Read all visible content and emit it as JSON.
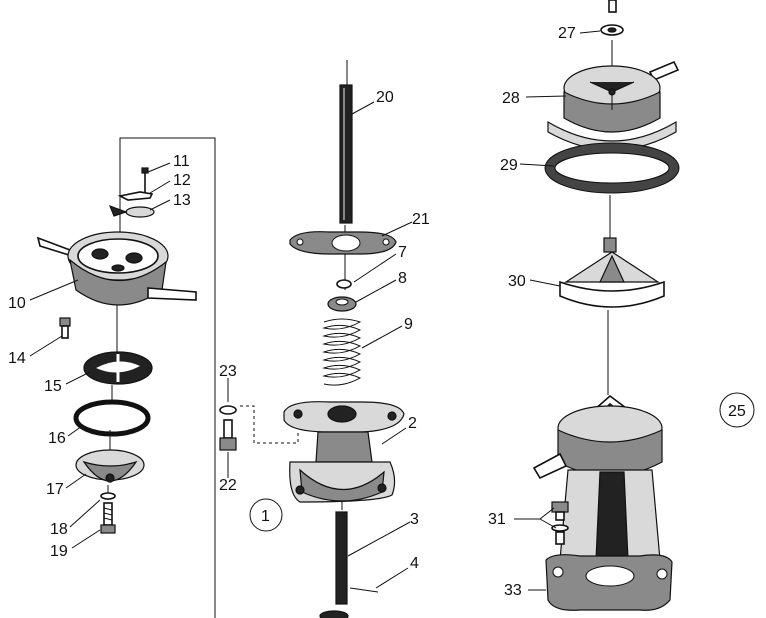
{
  "labels": {
    "p1": "1",
    "p2": "2",
    "p3": "3",
    "p4": "4",
    "p7": "7",
    "p8": "8",
    "p9": "9",
    "p10": "10",
    "p11": "11",
    "p12": "12",
    "p13": "13",
    "p14": "14",
    "p15": "15",
    "p16": "16",
    "p17": "17",
    "p18": "18",
    "p19": "19",
    "p20": "20",
    "p21": "21",
    "p22": "22",
    "p23": "23",
    "p25": "25",
    "p27": "27",
    "p28": "28",
    "p29": "29",
    "p30": "30",
    "p31": "31",
    "p33": "33"
  }
}
